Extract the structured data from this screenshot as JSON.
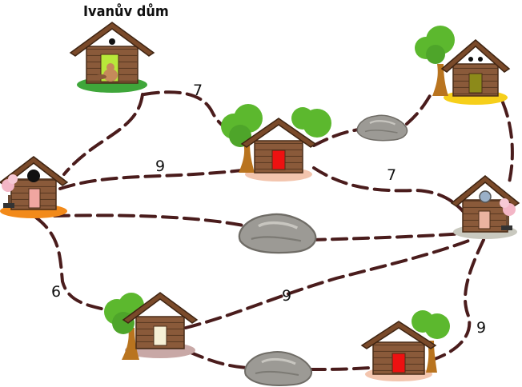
{
  "title": "Ivanův dům",
  "edge_labels": {
    "ivan_to_center": "7",
    "left_to_center": "9",
    "center_to_right": "7",
    "left_to_bottomleft": "6",
    "bottomleft_to_right": "9",
    "right_to_bottomright": "9"
  },
  "houses": [
    {
      "id": "ivan",
      "door_color": "#b8e83a",
      "base_color": "#3fa63a"
    },
    {
      "id": "left",
      "door_color": "#f0a6a0",
      "base_color": "#f28a1a"
    },
    {
      "id": "center",
      "door_color": "#ee1111",
      "base_color": "#f3c5ae"
    },
    {
      "id": "top-right",
      "door_color": "#8c8a1a",
      "base_color": "#f6cf1a"
    },
    {
      "id": "right",
      "door_color": "#eab3a0",
      "base_color": "#c9c9bf"
    },
    {
      "id": "bottom-left",
      "door_color": "#f6f0d5",
      "base_color": "#c8a8a6"
    },
    {
      "id": "bottom-right",
      "door_color": "#ee1111",
      "base_color": "#f3c5ae"
    }
  ],
  "colors": {
    "path": "#4a1c1c",
    "wood": "#8a5a3a",
    "wood_dark": "#5b3a22",
    "tree_green": "#5cb82e",
    "trunk": "#b9741f",
    "rock": "#9c9a95"
  }
}
